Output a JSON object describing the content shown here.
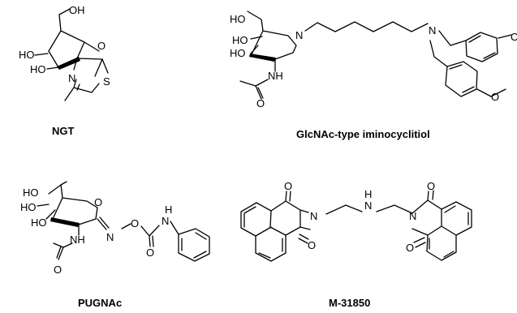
{
  "compounds": [
    {
      "caption": "NGT",
      "labels": {
        "oh_top": "OH",
        "ho_mid": "HO",
        "ho_low": "HO",
        "o_ring": "O",
        "n": "N",
        "s": "S"
      }
    },
    {
      "caption": "GlcNAc-type iminocyclitiol",
      "labels": {
        "ho_top": "HO",
        "ho_mid": "HO",
        "ho_low": "HO",
        "n_ring": "N",
        "nh": "NH",
        "o_acyl": "O",
        "n_amine": "N",
        "o_right_cut": "O",
        "o_methoxy": "O"
      }
    },
    {
      "caption": "PUGNAc",
      "labels": {
        "ho_top": "HO",
        "ho_mid": "HO",
        "ho_low": "HO",
        "o_ring": "O",
        "nh": "NH",
        "n_oxime": "N",
        "o_link": "O",
        "o_carb": "O",
        "h": "H",
        "n": "N",
        "o_acyl": "O"
      }
    },
    {
      "caption": "M-31850",
      "labels": {
        "o1": "O",
        "n1": "N",
        "o2": "O",
        "h": "H",
        "n_mid": "N",
        "o3": "O",
        "n2": "N",
        "o4": "O"
      }
    }
  ]
}
